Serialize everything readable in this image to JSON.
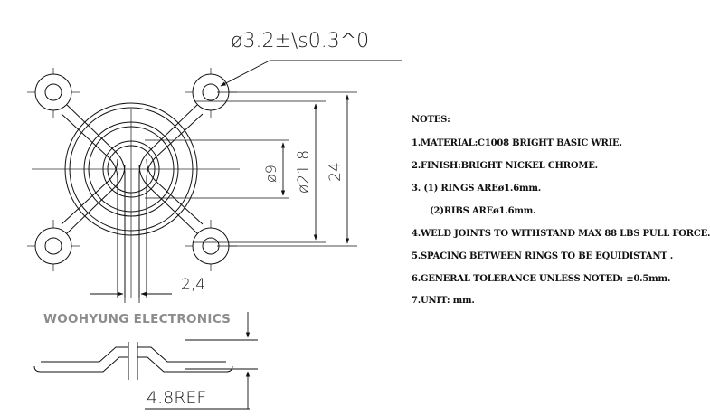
{
  "dimensions": {
    "hole": "ø3.2±\\s0.3^0",
    "d9": "ø9",
    "d21_8": "ø21.8",
    "span": "24",
    "rib_gap": "2,4",
    "height_ref": "4.8REF"
  },
  "brand": "WOOHYUNG ELECTRONICS",
  "notes": {
    "title": "NOTES:",
    "items": [
      "1.MATERIAL:C1008 BRIGHT BASIC WRIE.",
      "2.FINISH:BRIGHT NICKEL CHROME.",
      "3. (1) RINGS AREø1.6mm.",
      "(2)RIBS AREø1.6mm.",
      "4.WELD JOINTS TO WITHSTAND MAX 88 LBS PULL FORCE.",
      "5.SPACING BETWEEN RINGS TO BE EQUIDISTANT .",
      "6.GENERAL TOLERANCE UNLESS NOTED: ±0.5mm.",
      "7.UNIT: mm."
    ]
  }
}
